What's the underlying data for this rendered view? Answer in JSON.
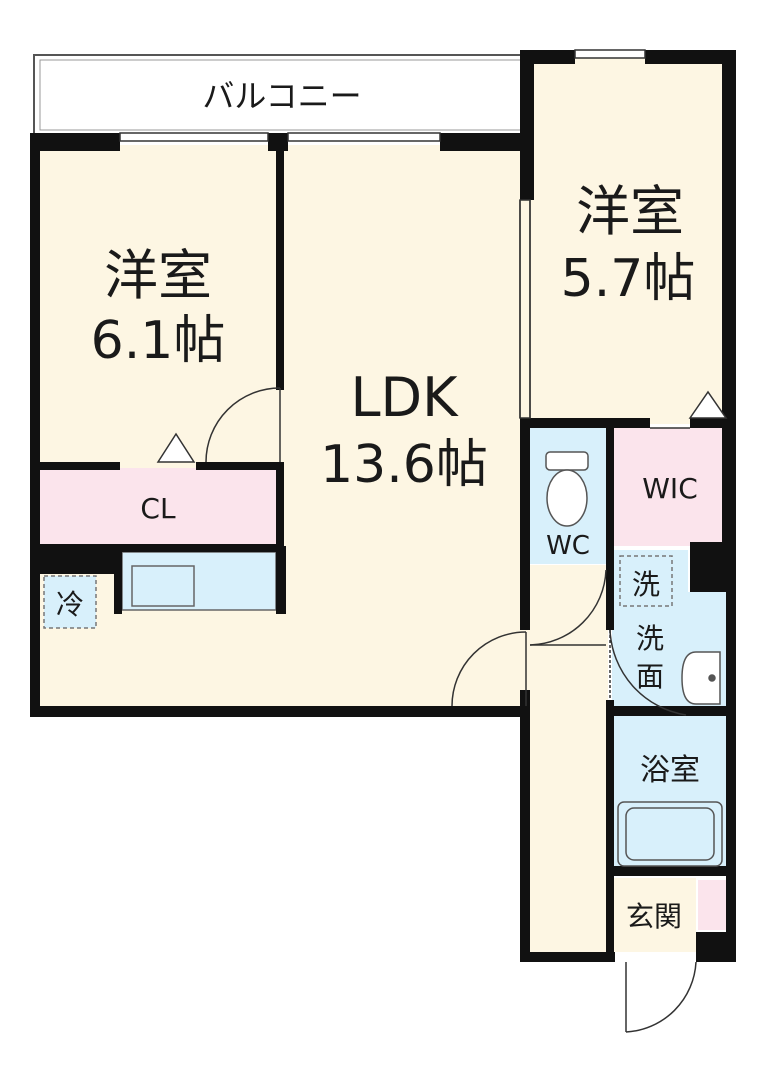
{
  "balcony": {
    "label": "バルコニー"
  },
  "rooms": {
    "west_bedroom": {
      "name": "洋室",
      "size": "6.1帖"
    },
    "east_bedroom": {
      "name": "洋室",
      "size": "5.7帖"
    },
    "ldk": {
      "name": "LDK",
      "size": "13.6帖"
    },
    "closet": {
      "name": "CL"
    },
    "walk_in_closet": {
      "name": "WIC"
    },
    "toilet": {
      "name": "WC"
    },
    "laundry": {
      "name": "洗"
    },
    "washroom": {
      "name": "洗\n面",
      "line1": "洗",
      "line2": "面"
    },
    "bathroom": {
      "name": "浴室"
    },
    "entrance": {
      "name": "玄関"
    }
  },
  "fridge": {
    "label": "冷"
  },
  "colors": {
    "floor": "#fdf6e3",
    "closet": "#fbe4ec",
    "wet_area": "#d8f0fb",
    "wall": "#111111"
  }
}
